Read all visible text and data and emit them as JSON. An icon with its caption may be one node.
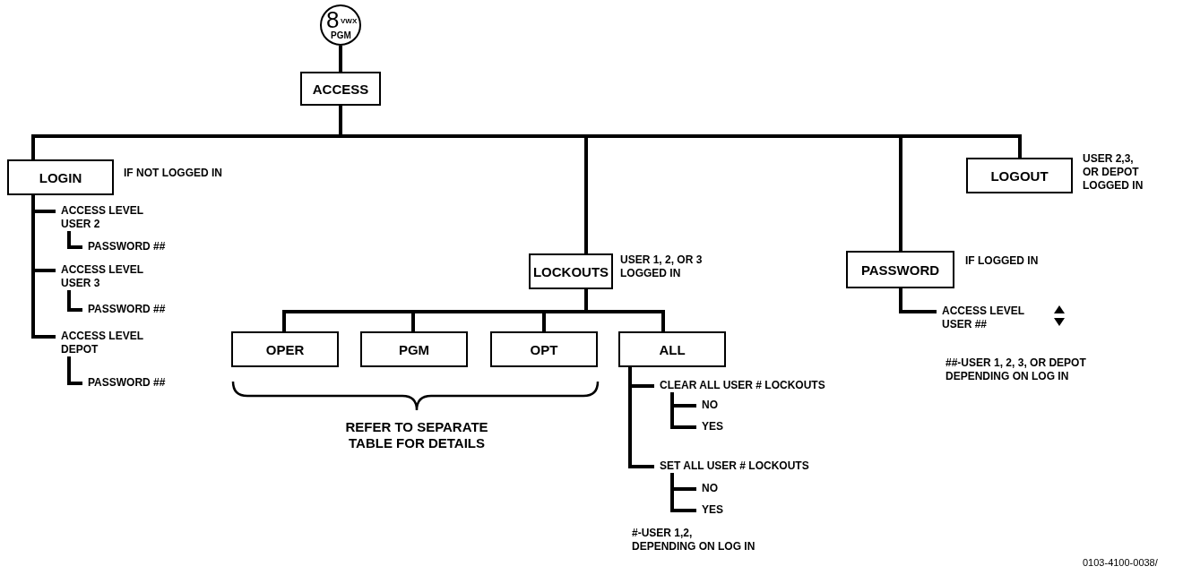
{
  "diagram": {
    "nodes": [
      {
        "text": [
          "8",
          "VWX",
          "PGM"
        ]
      },
      {
        "text": [
          "ACCESS"
        ]
      },
      {
        "text": [
          "LOGIN"
        ],
        "beside": [
          "IF NOT LOGGED IN"
        ]
      },
      {
        "text": [
          "LOCKOUTS"
        ],
        "beside": [
          "USER 1, 2, OR 3 LOGGED IN"
        ]
      },
      {
        "text": [
          "PASSWORD"
        ],
        "beside": [
          "IF LOGGED IN"
        ]
      },
      {
        "text": [
          "LOGOUT"
        ],
        "beside": [
          "USER 2,3, OR DEPOT LOGGED IN"
        ]
      },
      {
        "text": [
          "ACCESS LEVEL USER 2"
        ]
      },
      {
        "text": [
          "PASSWORD ##"
        ]
      },
      {
        "text": [
          "ACCESS LEVEL USER 3"
        ]
      },
      {
        "text": [
          "PASSWORD ##"
        ]
      },
      {
        "text": [
          "ACCESS LEVEL DEPOT"
        ]
      },
      {
        "text": [
          "PASSWORD ##"
        ]
      },
      {
        "text": [
          "OPER"
        ]
      },
      {
        "text": [
          "PGM"
        ]
      },
      {
        "text": [
          "OPT"
        ]
      },
      {
        "text": [
          "ALL"
        ]
      },
      {
        "text": [
          "CLEAR ALL USER # LOCKOUTS"
        ]
      },
      {
        "text": [
          "NO"
        ]
      },
      {
        "text": [
          "YES"
        ]
      },
      {
        "text": [
          "SET ALL USER # LOCKOUTS"
        ]
      },
      {
        "text": [
          "NO"
        ]
      },
      {
        "text": [
          "YES"
        ]
      },
      {
        "text": [
          "ACCESS LEVEL USER ##"
        ]
      }
    ],
    "edges": [
      {
        "from": 0,
        "to": 1,
        "arrow": "none"
      },
      {
        "from": 1,
        "to": 2,
        "arrow": "none"
      },
      {
        "from": 1,
        "to": 3,
        "arrow": "none"
      },
      {
        "from": 1,
        "to": 4,
        "arrow": "none"
      },
      {
        "from": 1,
        "to": 5,
        "arrow": "none"
      },
      {
        "from": 2,
        "to": 6,
        "arrow": "none"
      },
      {
        "from": 6,
        "to": 7,
        "arrow": "none"
      },
      {
        "from": 2,
        "to": 8,
        "arrow": "none"
      },
      {
        "from": 8,
        "to": 9,
        "arrow": "none"
      },
      {
        "from": 2,
        "to": 10,
        "arrow": "none"
      },
      {
        "from": 10,
        "to": 11,
        "arrow": "none"
      },
      {
        "from": 3,
        "to": 12,
        "arrow": "none"
      },
      {
        "from": 3,
        "to": 13,
        "arrow": "none"
      },
      {
        "from": 3,
        "to": 14,
        "arrow": "none"
      },
      {
        "from": 3,
        "to": 15,
        "arrow": "none"
      },
      {
        "from": 15,
        "to": 16,
        "arrow": "none"
      },
      {
        "from": 16,
        "to": 17,
        "arrow": "none"
      },
      {
        "from": 16,
        "to": 18,
        "arrow": "none"
      },
      {
        "from": 15,
        "to": 19,
        "arrow": "none"
      },
      {
        "from": 19,
        "to": 20,
        "arrow": "none"
      },
      {
        "from": 19,
        "to": 21,
        "arrow": "none"
      },
      {
        "from": 4,
        "to": 22,
        "arrow": "none"
      }
    ],
    "labels": [
      "REFER TO SEPARATE TABLE FOR DETAILS",
      "#-USER 1,2, DEPENDING ON LOG IN",
      "##-USER 1, 2, 3, OR DEPOT DEPENDING ON LOG IN",
      "0103-4100-0038/"
    ]
  }
}
